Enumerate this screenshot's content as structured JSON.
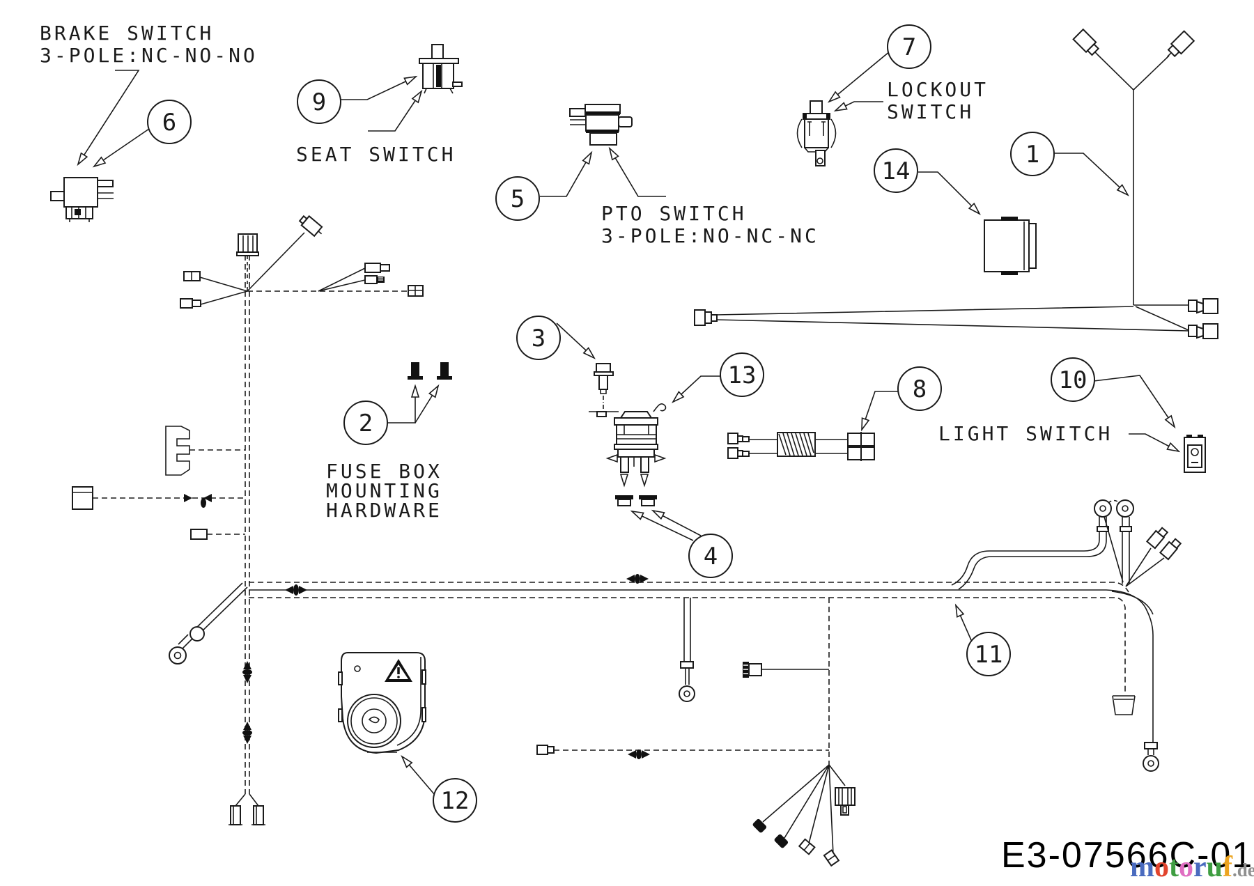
{
  "diagram": {
    "type": "wiring-harness-parts-diagram",
    "part_code": "E3-07566C-01",
    "labels": {
      "brake_switch_1": "BRAKE SWITCH",
      "brake_switch_2": "3-POLE:NC-NO-NO",
      "seat_switch": "SEAT SWITCH",
      "pto_switch_1": "PTO SWITCH",
      "pto_switch_2": "3-POLE:NO-NC-NC",
      "lockout_switch_1": "LOCKOUT",
      "lockout_switch_2": "SWITCH",
      "fuse_box_1": "FUSE BOX",
      "fuse_box_2": "MOUNTING",
      "fuse_box_3": "HARDWARE",
      "light_switch": "LIGHT SWITCH"
    },
    "callouts": {
      "c1": "1",
      "c2": "2",
      "c3": "3",
      "c4": "4",
      "c5": "5",
      "c6": "6",
      "c7": "7",
      "c8": "8",
      "c9": "9",
      "c10": "10",
      "c11": "11",
      "c12": "12",
      "c13": "13",
      "c14": "14"
    },
    "watermark": {
      "l1": {
        "ch": "m",
        "color": "#4a6bbf"
      },
      "l2": {
        "ch": "o",
        "color": "#e2442d"
      },
      "l3": {
        "ch": "t",
        "color": "#3f9e42"
      },
      "l4": {
        "ch": "o",
        "color": "#e06ec2"
      },
      "l5": {
        "ch": "r",
        "color": "#4a6bbf"
      },
      "l6": {
        "ch": "u",
        "color": "#3f9e42"
      },
      "l7": {
        "ch": "f",
        "color": "#eca41f"
      },
      "suffix": {
        "ch": ".de",
        "color": "#8f8f8f"
      }
    },
    "colors": {
      "line": "#1a1a1a",
      "background": "#ffffff"
    }
  }
}
